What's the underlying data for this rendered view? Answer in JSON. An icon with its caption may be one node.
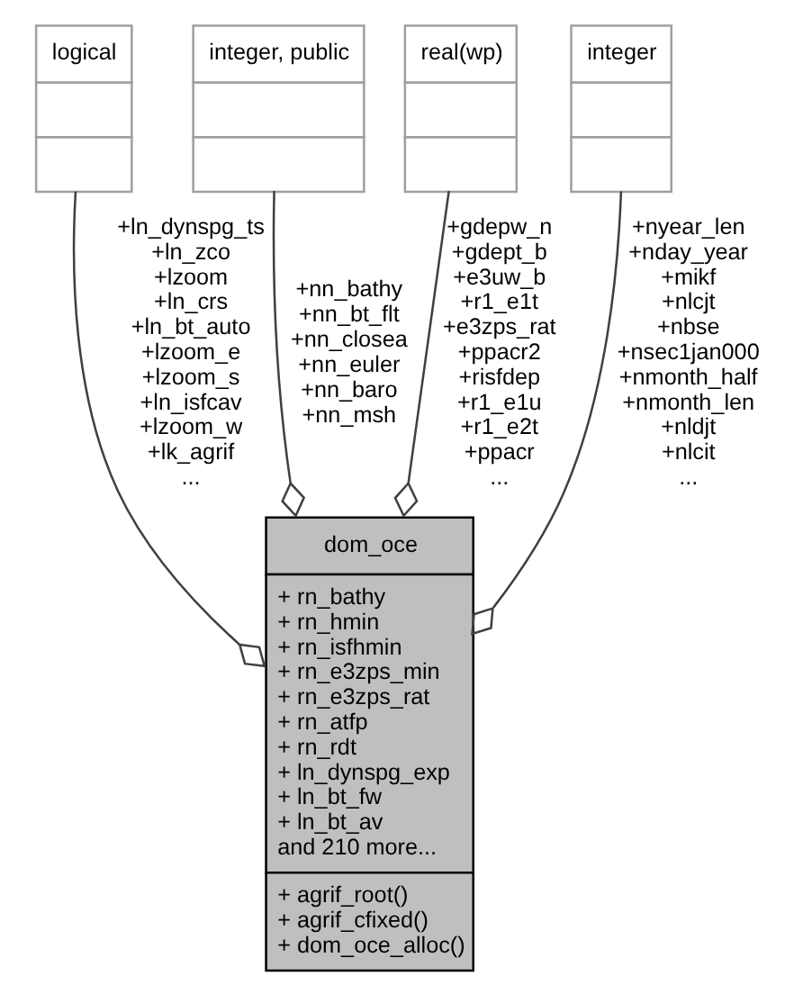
{
  "diagram": {
    "nodes": [
      {
        "text": [
          "logical"
        ]
      },
      {
        "text": [
          "integer, public"
        ]
      },
      {
        "text": [
          "real(wp)"
        ]
      },
      {
        "text": [
          "integer"
        ]
      },
      {
        "text": [
          "dom_oce",
          "+ rn_bathy",
          "+ rn_hmin",
          "+ rn_isfhmin",
          "+ rn_e3zps_min",
          "+ rn_e3zps_rat",
          "+ rn_atfp",
          "+ rn_rdt",
          "+ ln_dynspg_exp",
          "+ ln_bt_fw",
          "+ ln_bt_av",
          "and 210 more...",
          "+ agrif_root()",
          "+ agrif_cfixed()",
          "+ dom_oce_alloc()"
        ]
      }
    ],
    "edges": [
      {
        "from": 0,
        "to": 4,
        "arrow": "other",
        "label": "+ln_dynspg_ts +ln_zco +lzoom +ln_crs +ln_bt_auto +lzoom_e +lzoom_s +ln_isfcav +lzoom_w +lk_agrif ..."
      },
      {
        "from": 1,
        "to": 4,
        "arrow": "other",
        "label": "+nn_bathy +nn_bt_flt +nn_closea +nn_euler +nn_baro +nn_msh"
      },
      {
        "from": 2,
        "to": 4,
        "arrow": "other",
        "label": "+gdepw_n +gdept_b +e3uw_b +r1_e1t +e3zps_rat +ppacr2 +risfdep +r1_e1u +r1_e2t +ppacr ..."
      },
      {
        "from": 3,
        "to": 4,
        "arrow": "other",
        "label": "+nyear_len +nday_year +mikf +nlcjt +nbse +nsec1jan000 +nmonth_half +nmonth_len +nldjt +nlcit ..."
      }
    ]
  }
}
